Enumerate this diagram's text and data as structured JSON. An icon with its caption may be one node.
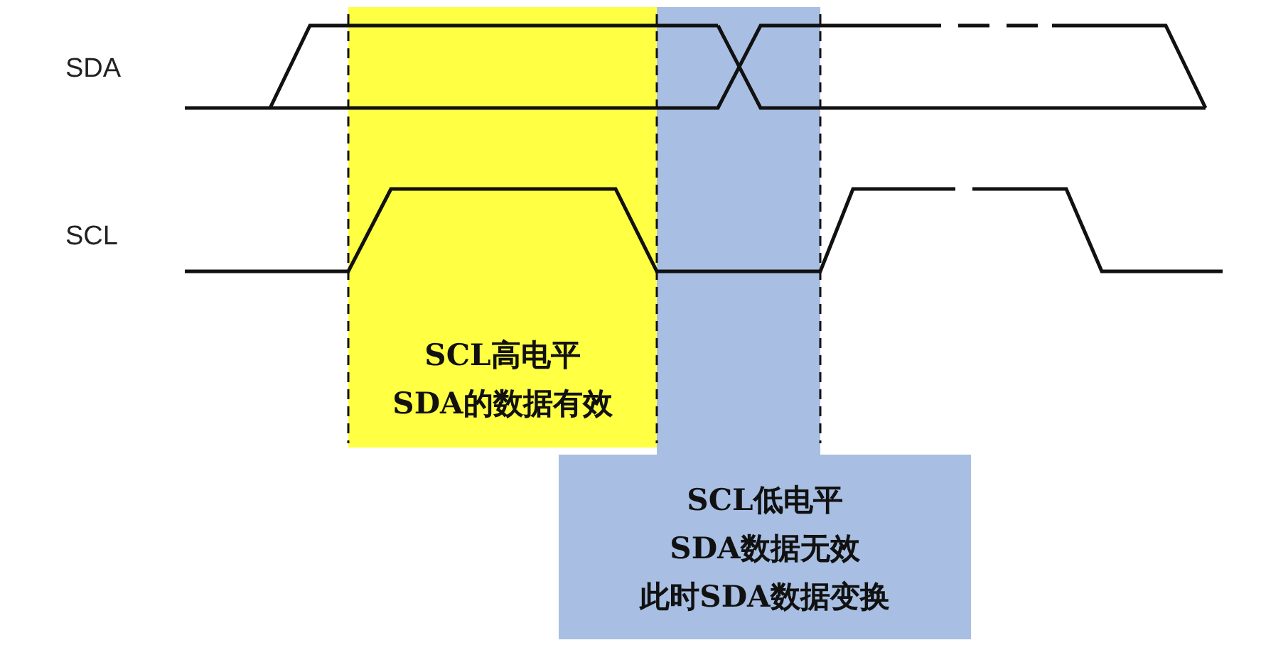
{
  "diagram": {
    "nodes": [
      {
        "text": [
          "SCL高电平SDA的数据有效"
        ]
      },
      {
        "text": [
          "SCL低电平SDA数据无效此时SDA数据变换"
        ]
      }
    ],
    "edges": [],
    "labels": [
      "SDA",
      "SCL"
    ]
  }
}
